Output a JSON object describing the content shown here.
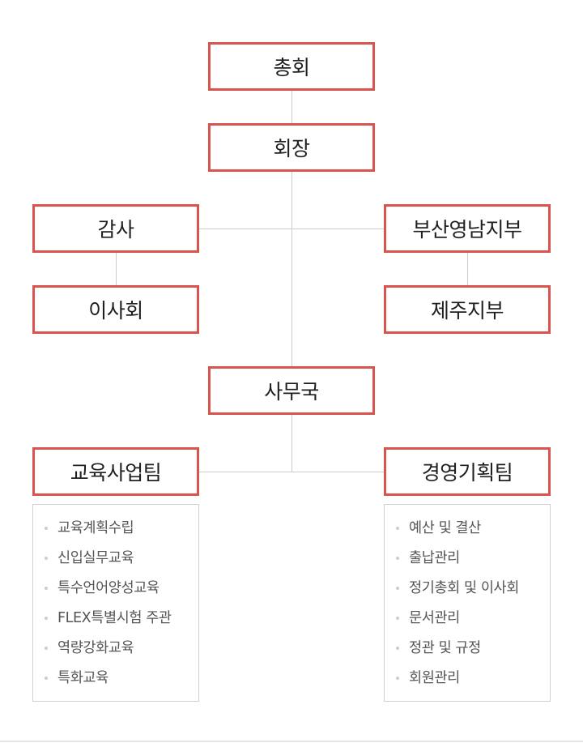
{
  "org": {
    "general_assembly": "총회",
    "president": "회장",
    "auditor": "감사",
    "board": "이사회",
    "busan_branch": "부산영남지부",
    "jeju_branch": "제주지부",
    "secretariat": "사무국",
    "education_team": "교육사업팀",
    "planning_team": "경영기획팀"
  },
  "education_duties": [
    "교육계획수립",
    "신입실무교육",
    "특수언어양성교육",
    "FLEX특별시험 주관",
    "역량강화교육",
    "특화교육"
  ],
  "planning_duties": [
    "예산 및 결산",
    "출납관리",
    "정기총회 및 이사회",
    "문서관리",
    "정관 및 규정",
    "회원관리"
  ],
  "colors": {
    "box_border": "#d9534f",
    "line": "#cccccc",
    "text": "#1f1f1f",
    "list_text": "#555555"
  }
}
